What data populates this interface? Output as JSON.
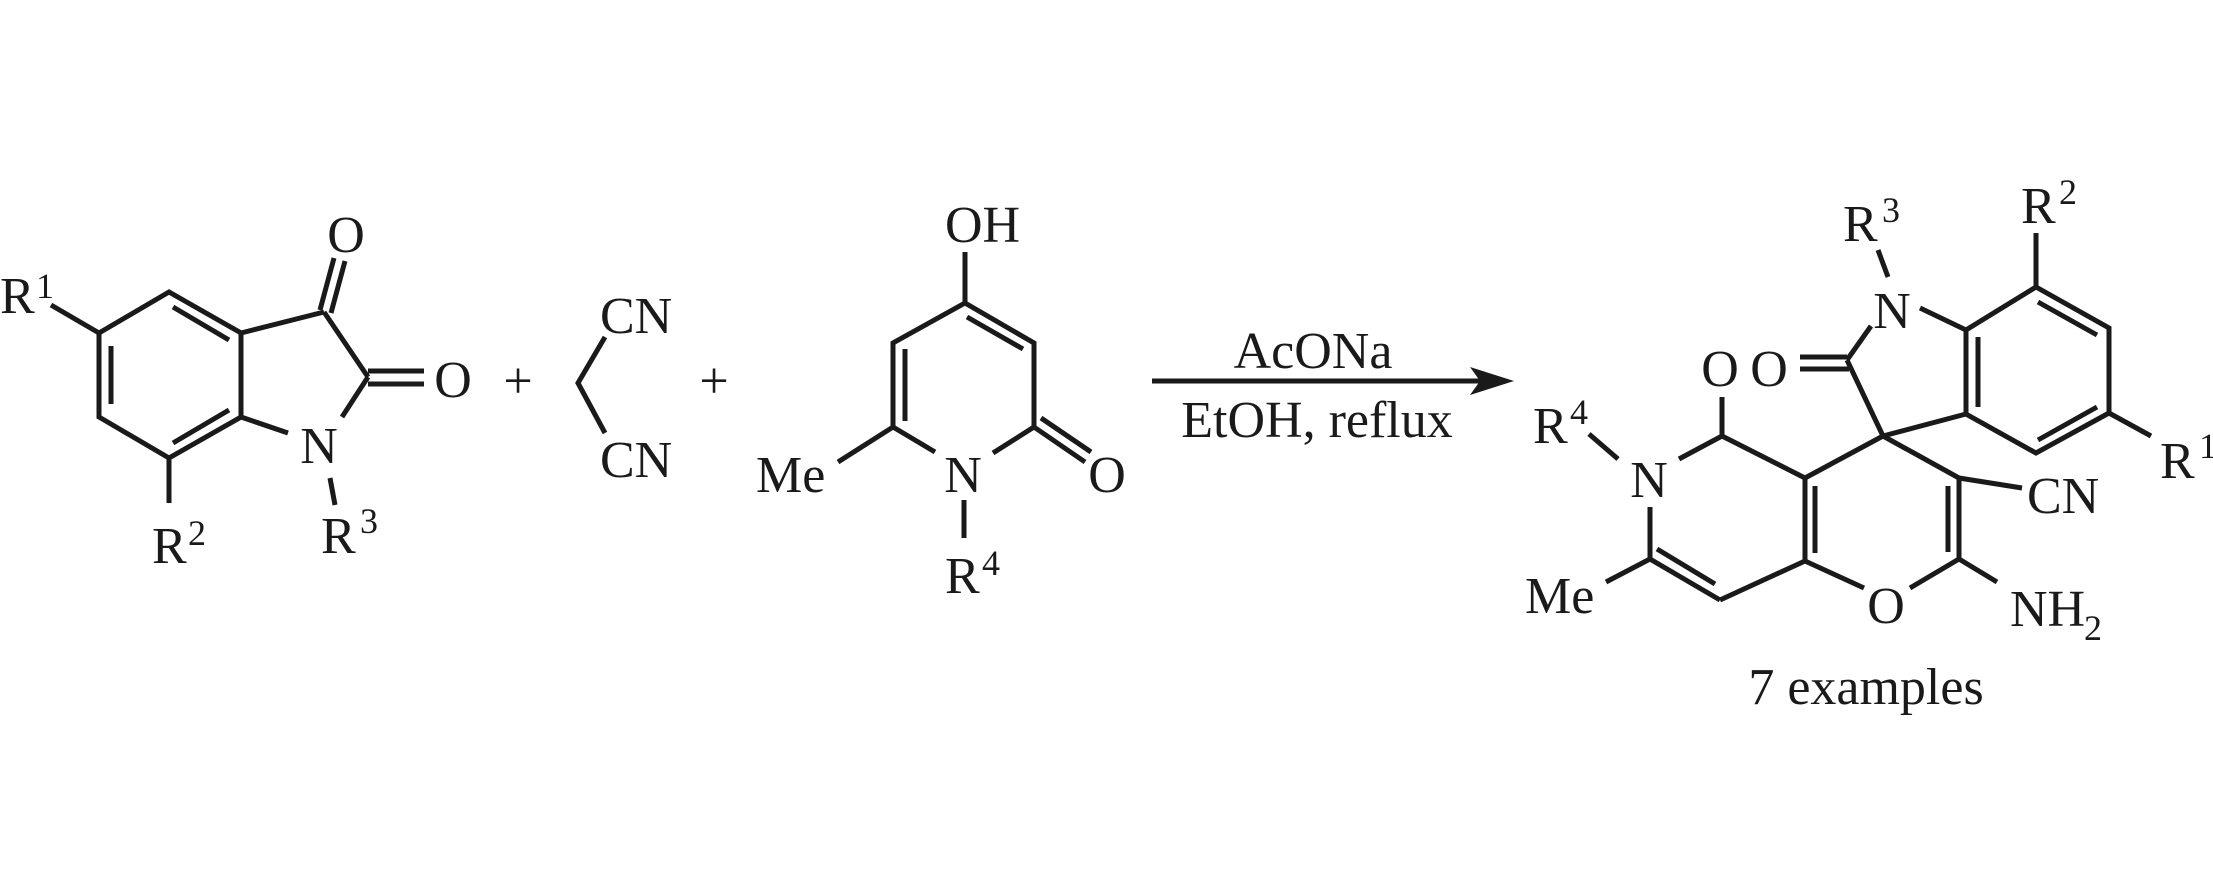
{
  "reactants": {
    "isatin": {
      "r1": "R",
      "r1_sup": "1",
      "r2": "R",
      "r2_sup": "2",
      "r3": "R",
      "r3_sup": "3",
      "o_top": "O",
      "o_right": "O",
      "n": "N"
    },
    "plus_1": "+",
    "malononitrile": {
      "cn_top": "CN",
      "cn_bottom": "CN"
    },
    "plus_2": "+",
    "pyridone": {
      "oh": "OH",
      "me": "Me",
      "n": "N",
      "o": "O",
      "r4": "R",
      "r4_sup": "4"
    }
  },
  "conditions": {
    "reagent": "AcONa",
    "solvent": "EtOH, reflux"
  },
  "product": {
    "r3": "R",
    "r3_sup": "3",
    "r2": "R",
    "r2_sup": "2",
    "r1": "R",
    "r1_sup": "1",
    "r4": "R",
    "r4_sup": "4",
    "n_indole": "N",
    "o_indole": "O",
    "o_pyridone": "O",
    "n_pyridone": "N",
    "me": "Me",
    "o_ring": "O",
    "cn": "CN",
    "nh2": "NH",
    "nh2_sub": "2",
    "caption": "7 examples"
  }
}
